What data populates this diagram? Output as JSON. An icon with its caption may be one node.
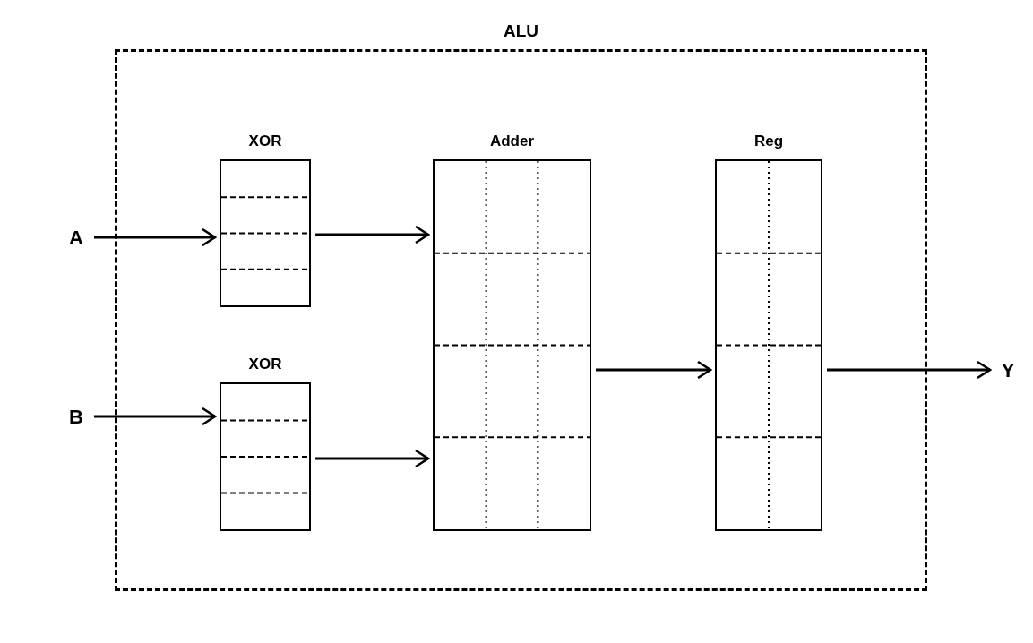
{
  "diagram": {
    "nodes": [
      {
        "text": [
          "ALU"
        ]
      },
      {
        "text": [
          "A"
        ]
      },
      {
        "text": [
          "B"
        ]
      },
      {
        "text": [
          "XOR"
        ],
        "in": 0
      },
      {
        "text": [
          "XOR"
        ],
        "in": 0
      },
      {
        "text": [
          "Adder"
        ],
        "in": 0
      },
      {
        "text": [
          "Reg"
        ],
        "in": 0
      },
      {
        "text": [
          "Y"
        ]
      }
    ],
    "edges": [
      {
        "from": 1,
        "to": 3,
        "arrow": "to"
      },
      {
        "from": 2,
        "to": 4,
        "arrow": "to"
      },
      {
        "from": 3,
        "to": 5,
        "arrow": "to"
      },
      {
        "from": 4,
        "to": 5,
        "arrow": "to"
      },
      {
        "from": 5,
        "to": 6,
        "arrow": "to"
      },
      {
        "from": 6,
        "to": 7,
        "arrow": "to"
      }
    ]
  }
}
